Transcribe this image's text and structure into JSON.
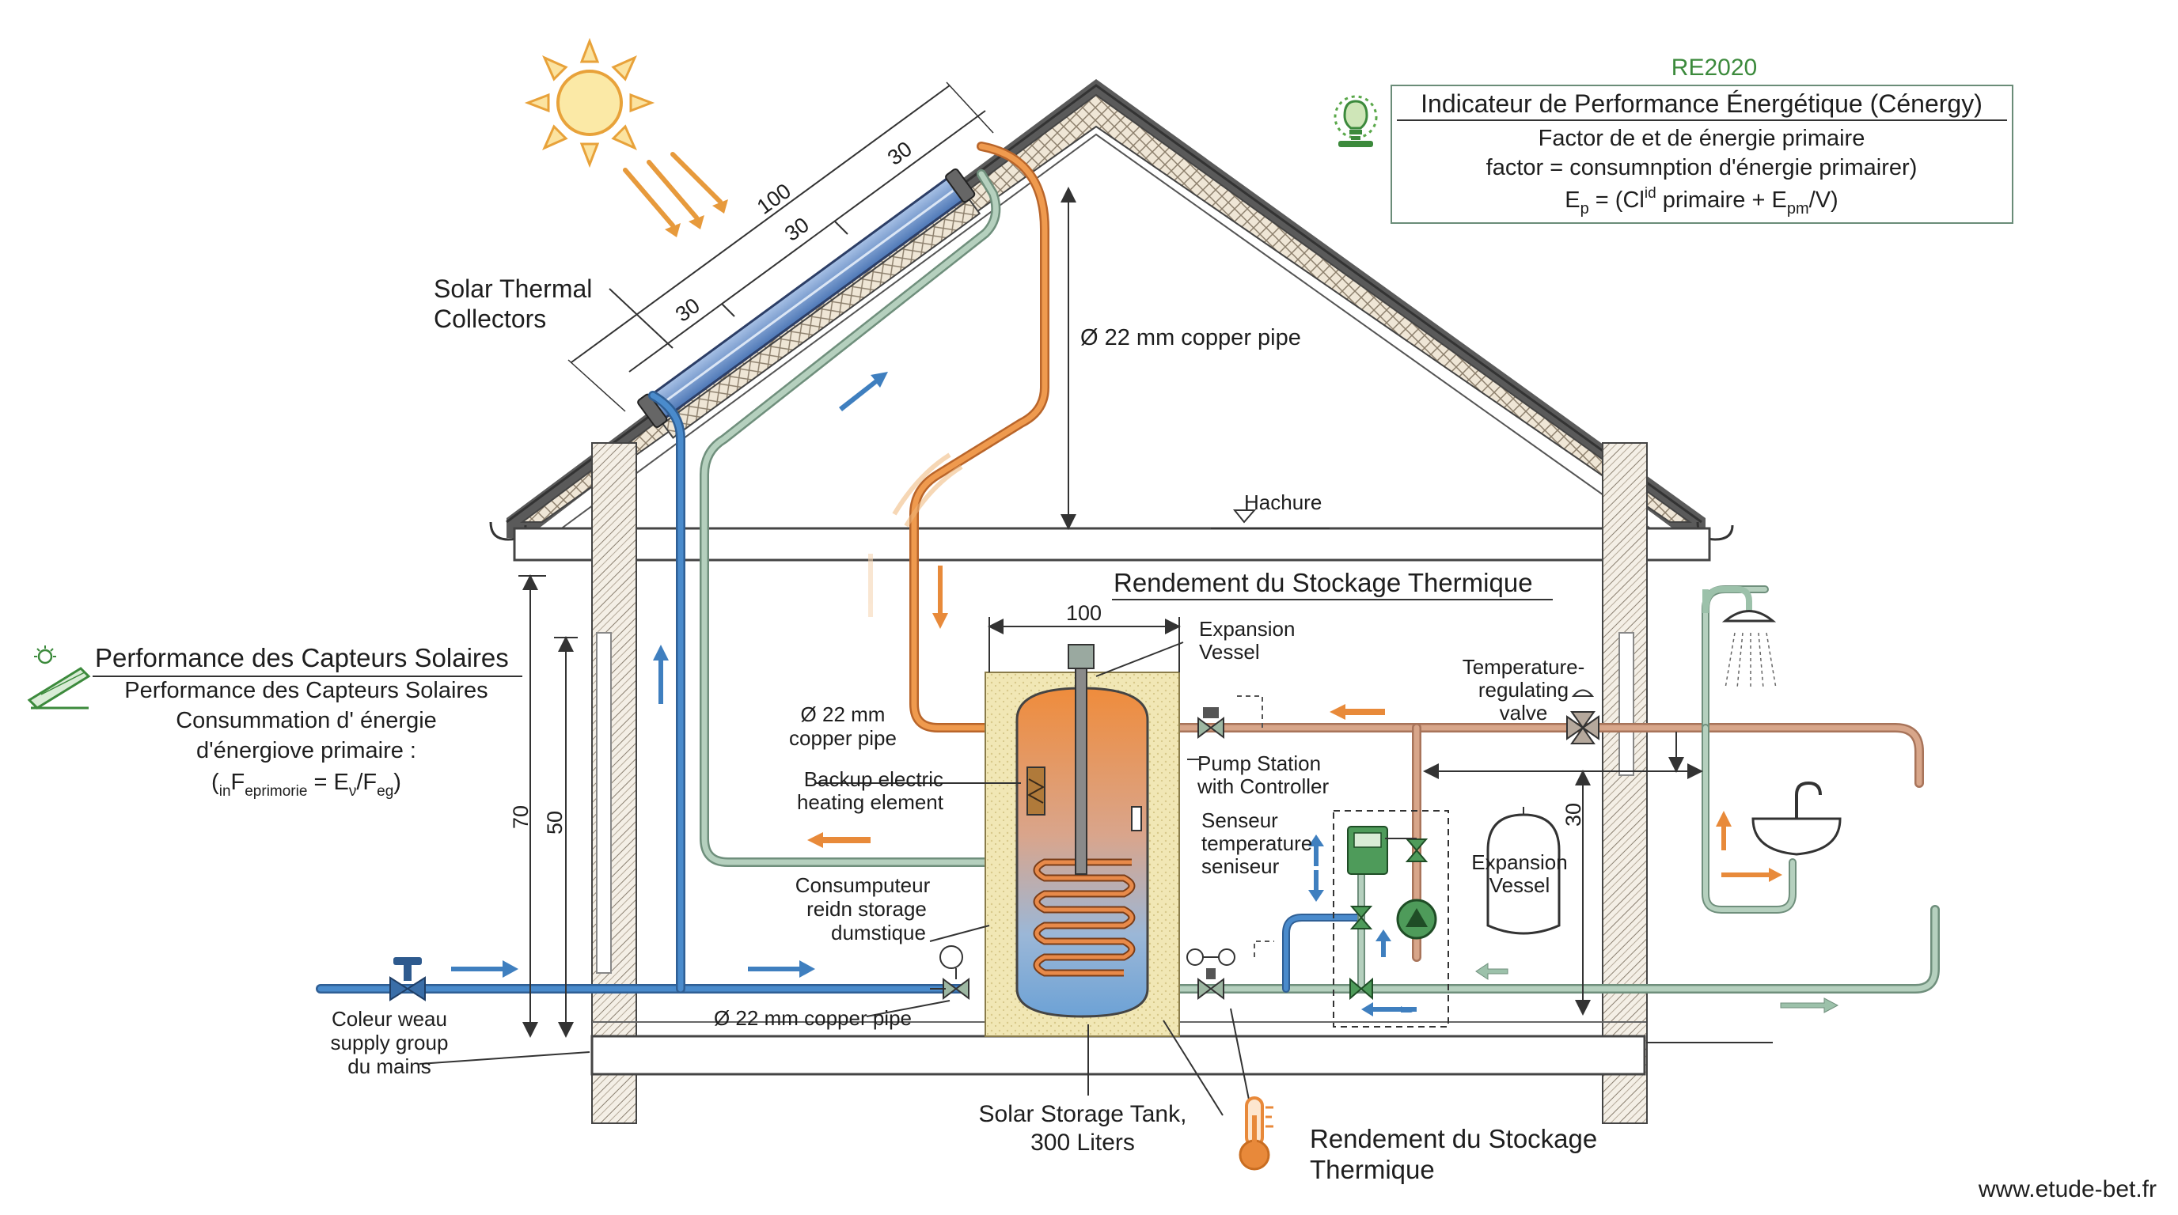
{
  "regulation": "RE2020",
  "indicator": {
    "title": "Indicateur de Performance Énergétique (Cénergy)",
    "line1": "Factor de et de énergie primaire",
    "line2": "factor = consumnption d'énergie primairer)",
    "formula_main": "E",
    "formula_sub": "p",
    "formula_mid": " = (Cl",
    "formula_sup": "id",
    "formula_rest": " primaire + E",
    "formula_sub2": "pm",
    "formula_end": "/V)"
  },
  "left_panel": {
    "title": "Performance des Capteurs Solaires",
    "line1": "Performance des Capteurs Solaires",
    "line2": "Consummation d' énergie",
    "line3": "d'énergiove primaire :",
    "formula_open": "(",
    "formula_sub_in": "in",
    "formula_F": "F",
    "formula_sub_ep": "eprimorie",
    "formula_eq": " = E",
    "formula_sub_nu": "ν",
    "formula_slash": "/F",
    "formula_sub_eg": "eg",
    "formula_close": ")"
  },
  "labels": {
    "solar_collectors_1": "Solar Thermal",
    "solar_collectors_2": "Collectors",
    "copper_pipe_roof": "Ø 22 mm copper pipe",
    "hachure": "Hachure",
    "storage_title": "Rendement du Stockage Thermique",
    "expansion_vessel_top_1": "Expansion",
    "expansion_vessel_top_2": "Vessel",
    "copper_pipe_mid_1": "Ø 22 mm",
    "copper_pipe_mid_2": "copper pipe",
    "backup_heater_1": "Backup electric",
    "backup_heater_2": "heating element",
    "temp_valve_1": "Temperature-",
    "temp_valve_2": "regulating",
    "temp_valve_3": "valve",
    "pump_station_1": "Pump Station",
    "pump_station_2": "with Controller",
    "sensor_1": "Senseur",
    "sensor_2": "temperature",
    "sensor_3": "seniseur",
    "expansion_vessel_right_1": "Expansion",
    "expansion_vessel_right_2": "Vessel",
    "consumer_1": "Consumputeur",
    "consumer_2": "reidn storage",
    "consumer_3": "dumstique",
    "copper_pipe_bottom": "Ø 22 mm copper pipe",
    "water_supply_1": "Coleur weau",
    "water_supply_2": "supply group",
    "water_supply_3": "du mains",
    "tank_1": "Solar Storage Tank,",
    "tank_2": "300 Liters",
    "storage_bottom_1": "Rendement du Stockage",
    "storage_bottom_2": "Thermique",
    "website": "www.etude-bet.fr"
  },
  "dimensions": {
    "collector_total": "100",
    "collector_seg1": "30",
    "collector_seg2": "30",
    "collector_seg3": "30",
    "tank_width": "100",
    "height_70": "70",
    "height_50": "50",
    "height_30": "30"
  },
  "colors": {
    "hot_pipe": "#e8893a",
    "cold_pipe": "#3f7fbf",
    "return_pipe": "#8fae9a",
    "regulation_green": "#3c8a3c",
    "insulation_fill": "#f1e7b5"
  },
  "icons": {
    "sun": "sun-icon",
    "bulb": "lightbulb-icon",
    "solar_panel": "solar-panel-icon",
    "thermometer": "thermometer-icon",
    "shower": "shower-icon",
    "sink": "sink-icon"
  }
}
